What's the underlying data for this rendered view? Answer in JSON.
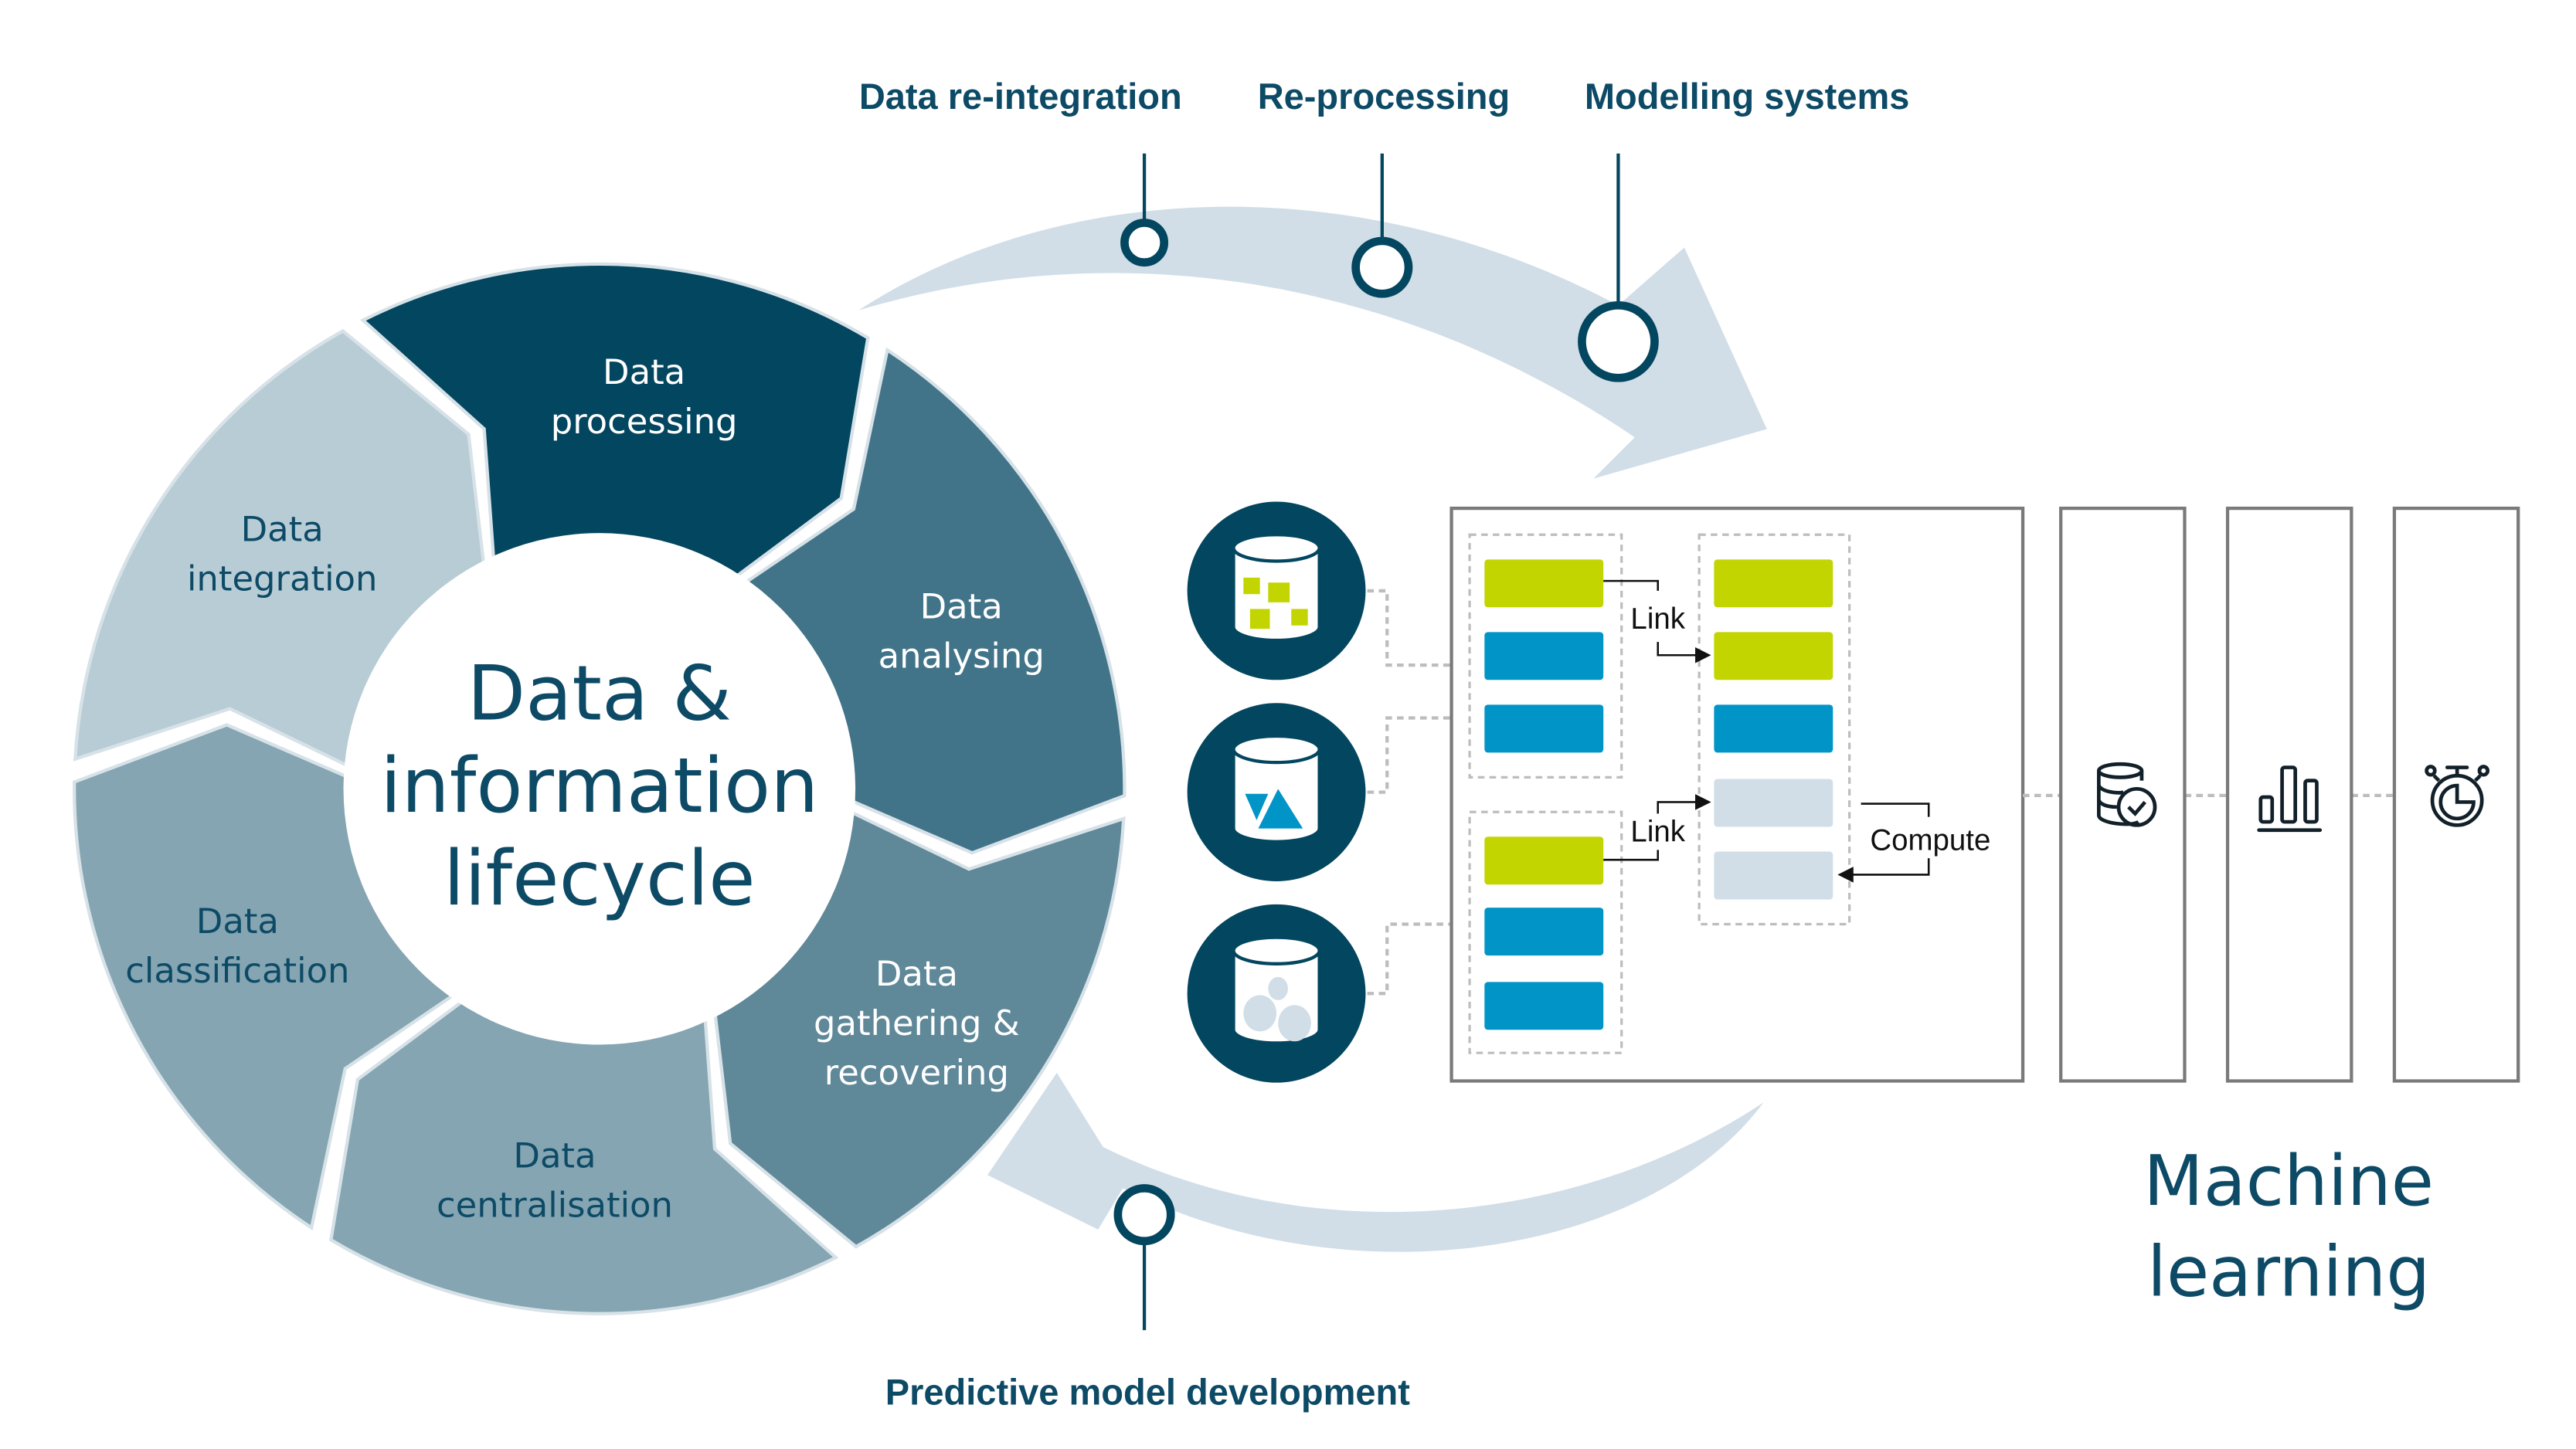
{
  "colors": {
    "navy": "#03465f",
    "teal_dark": "#427489",
    "teal_mid": "#5f8899",
    "teal_light": "#84a5b1",
    "pale": "#b8ccd5",
    "arrow_band": "#d1dee7",
    "lime": "#c2d500",
    "blue": "#0195c7",
    "grey_block": "#d1dee7",
    "box_border": "#7a7a7a",
    "icon_dark": "#12202a"
  },
  "lifecycle": {
    "title_lines": [
      "Data &",
      "information",
      "lifecycle"
    ],
    "segments": [
      {
        "lines": [
          "Data",
          "processing"
        ],
        "color_key": "navy",
        "text_style": "light"
      },
      {
        "lines": [
          "Data",
          "analysing"
        ],
        "color_key": "teal_dark",
        "text_style": "light"
      },
      {
        "lines": [
          "Data",
          "gathering &",
          "recovering"
        ],
        "color_key": "teal_mid",
        "text_style": "light"
      },
      {
        "lines": [
          "Data",
          "centralisation"
        ],
        "color_key": "teal_light",
        "text_style": "dark"
      },
      {
        "lines": [
          "Data",
          "classification"
        ],
        "color_key": "teal_light",
        "text_style": "dark"
      },
      {
        "lines": [
          "Data",
          "integration"
        ],
        "color_key": "pale",
        "text_style": "dark"
      }
    ]
  },
  "top_flow": {
    "milestones": [
      {
        "label": "Data re-integration"
      },
      {
        "label": "Re-processing"
      },
      {
        "label": "Modelling systems"
      }
    ]
  },
  "bottom_flow": {
    "milestones": [
      {
        "label": "Predictive model development"
      }
    ]
  },
  "sources": [
    {
      "icon": "database-squares-icon"
    },
    {
      "icon": "database-triangles-icon"
    },
    {
      "icon": "database-circles-icon"
    }
  ],
  "pipeline": {
    "link_labels": [
      "Link",
      "Link"
    ],
    "compute_label": "Compute"
  },
  "stages": [
    {
      "icon": "database-check-icon"
    },
    {
      "icon": "bar-chart-icon"
    },
    {
      "icon": "stopwatch-icon"
    }
  ],
  "ml_title_lines": [
    "Machine",
    "learning"
  ]
}
